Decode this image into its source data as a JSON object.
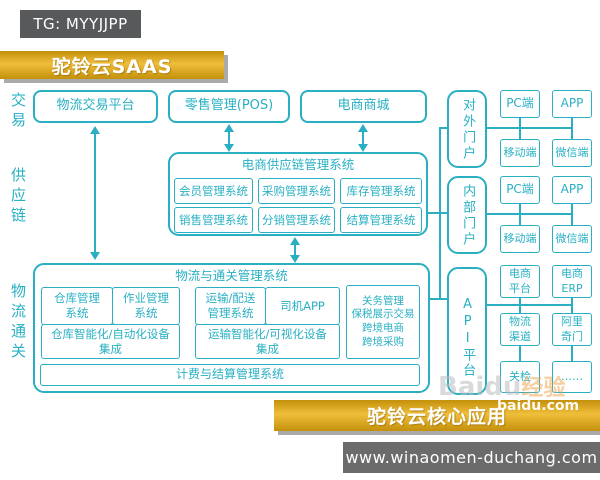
{
  "overlay": {
    "tg_label": "TG: MYYJJPP",
    "site_url": "www.winaomen-duchang.com",
    "watermark_brand": "Baidu",
    "watermark_suffix": "经验",
    "watermark_domain": "baidu.com"
  },
  "banners": {
    "top": "驼铃云SAAS",
    "bottom": "驼铃云核心应用"
  },
  "side_labels": {
    "trade": "交易",
    "supply_chain": "供应链",
    "logistics_customs": "物流通关"
  },
  "top_row": {
    "logistics_trading": "物流交易平台",
    "retail_pos": "零售管理(POS)",
    "ecommerce_mall": "电商商城"
  },
  "supply_chain": {
    "title": "电商供应链管理系统",
    "cells": [
      "会员管理系统",
      "采购管理系统",
      "库存管理系统",
      "销售管理系统",
      "分销管理系统",
      "结算管理系统"
    ]
  },
  "logistics": {
    "title": "物流与通关管理系统",
    "warehouse": "仓库管理\n系统",
    "operations": "作业管理\n系统",
    "transport": "运输/配送\n管理系统",
    "driver_app": "司机APP",
    "customs": "关务管理\n保税展示交易\n跨境电商\n跨境采购",
    "warehouse_integration": "仓库智能化/自动化设备\n集成",
    "transport_integration": "运输智能化/可视化设备\n集成",
    "billing": "计费与结算管理系统"
  },
  "portals": {
    "external": {
      "title": "对外门户",
      "pc": "PC端",
      "app": "APP",
      "mobile": "移动端",
      "wechat": "微信端"
    },
    "internal": {
      "title": "内部门户",
      "pc": "PC端",
      "app": "APP",
      "mobile": "移动端",
      "wechat": "微信端"
    },
    "api": {
      "title": "API平台",
      "ecommerce_platform": "电商\n平台",
      "ecommerce_erp": "电商\nERP",
      "logistics_channel": "物流\n渠道",
      "ali_qimen": "阿里\n奇门",
      "customs_check": "关检",
      "more": "……"
    }
  },
  "colors": {
    "teal": "#2aafc2",
    "gold": "#d89e12",
    "gray": "#58595b"
  }
}
